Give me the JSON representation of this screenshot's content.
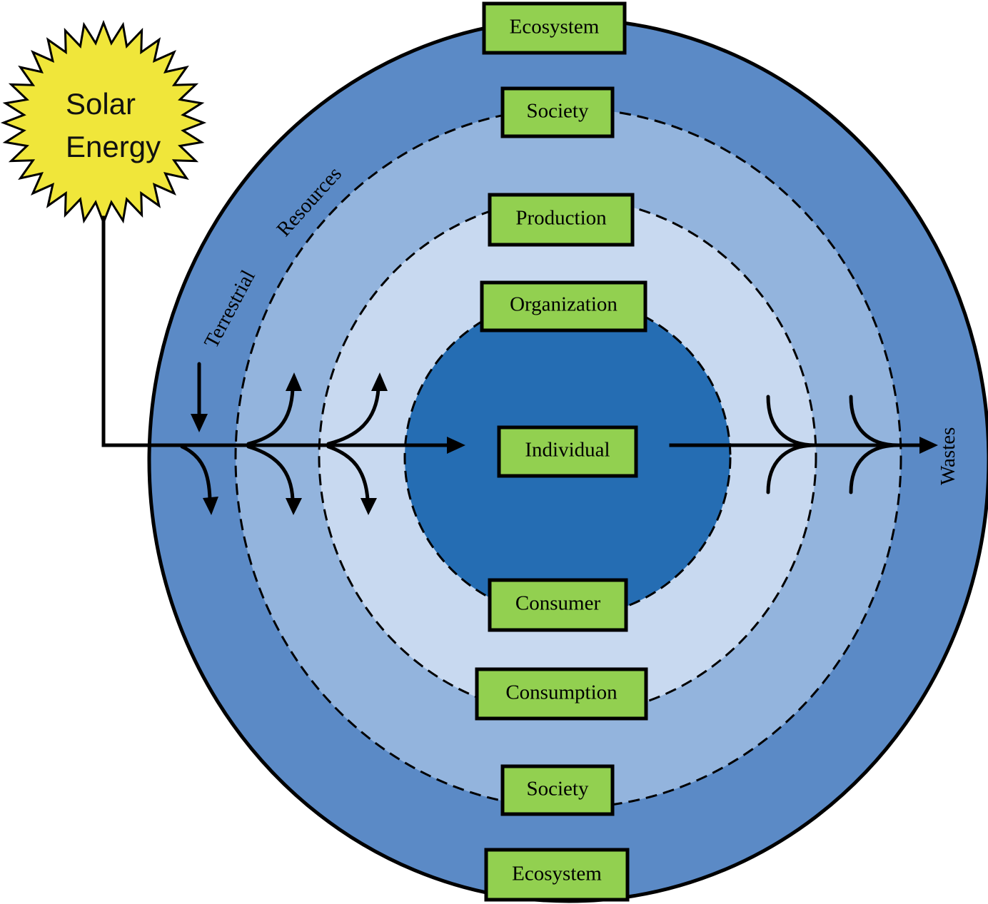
{
  "sun": {
    "line1": "Solar",
    "line2": "Energy",
    "fill": "#f0e63a"
  },
  "labels": {
    "ecosystem_top": "Ecosystem",
    "society_top": "Society",
    "production": "Production",
    "organization": "Organization",
    "individual": "Individual",
    "consumer": "Consumer",
    "consumption": "Consumption",
    "society_bottom": "Society",
    "ecosystem_bottom": "Ecosystem"
  },
  "inputs": {
    "terrestrial": "Terrestrial",
    "resources": "Resources"
  },
  "outputs": {
    "wastes": "Wastes"
  },
  "colors": {
    "ecosystem_ring": "#5b8ac6",
    "society_ring": "#93b4dd",
    "production_ring": "#c8d9f0",
    "individual_core": "#256db3",
    "label_box": "#92d050"
  }
}
